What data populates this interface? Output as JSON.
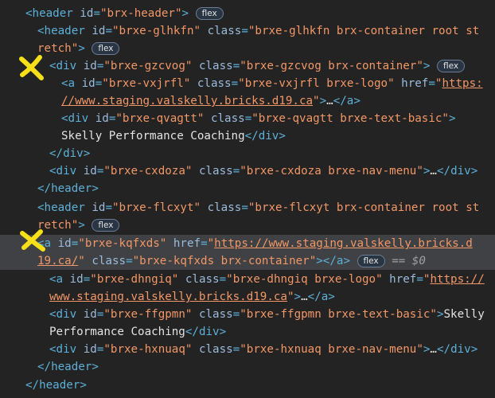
{
  "tokens": {
    "lt": "<",
    "lt_close": "</",
    "gt": ">",
    "eq": "=",
    "q": "\"",
    "ellipsis": "…"
  },
  "tag_names": {
    "header": "header",
    "div": "div",
    "a": "a"
  },
  "attr_names": {
    "id": "id",
    "class": "class",
    "href": "href"
  },
  "badge_label": "flex",
  "selected_marker": "== $0",
  "ids": {
    "brx_header": "brx-header",
    "glhkfn": "brxe-glhkfn",
    "gzcvog": "brxe-gzcvog",
    "vxjrfl": "brxe-vxjrfl",
    "qvagtt": "brxe-qvagtt",
    "cxdoza": "brxe-cxdoza",
    "flcxyt": "brxe-flcxyt",
    "kqfxds": "brxe-kqfxds",
    "dhngiq": "brxe-dhngiq",
    "ffgpmn": "brxe-ffgpmn",
    "hxnuaq": "brxe-hxnuaq"
  },
  "classes": {
    "glhkfn_1": "brxe-glhkfn brx-container root st",
    "glhkfn_2": "retch",
    "gzcvog": "brxe-gzcvog brx-container",
    "vxjrfl": "brxe-vxjrfl brxe-logo",
    "qvagtt": "brxe-qvagtt brxe-text-basic",
    "cxdoza": "brxe-cxdoza brxe-nav-menu",
    "flcxyt_1": "brxe-flcxyt brx-container root st",
    "flcxyt_2": "retch",
    "kqfxds": "brxe-kqfxds brx-container",
    "dhngiq": "brxe-dhngiq brxe-logo",
    "ffgpmn": "brxe-ffgpmn brxe-text-basic",
    "hxnuaq": "brxe-hxnuaq brxe-nav-menu"
  },
  "hrefs": {
    "vxjrfl_1": "https:",
    "vxjrfl_2": "//www.staging.valskelly.bricks.d19.ca",
    "kqfxds_1": "https://www.staging.valskelly.bricks.d",
    "kqfxds_2": "19.ca/",
    "dhngiq_1": "https://",
    "dhngiq_2": "www.staging.valskelly.bricks.d19.ca"
  },
  "texts": {
    "qvagtt": "Skelly Performance Coaching",
    "ffgpmn_1": "Skelly",
    "ffgpmn_2": "Performance Coaching"
  },
  "colors": {
    "background": "#232324",
    "selected_row": "#3f4145",
    "tag": "#5db0d7",
    "attribute": "#9bbbdc",
    "value": "#f29766",
    "annotation_marker": "#f7e017"
  },
  "icons": {
    "expanded": "triangle-down-icon",
    "collapsed": "triangle-right-icon",
    "annotation": "yellow-x-mark"
  }
}
